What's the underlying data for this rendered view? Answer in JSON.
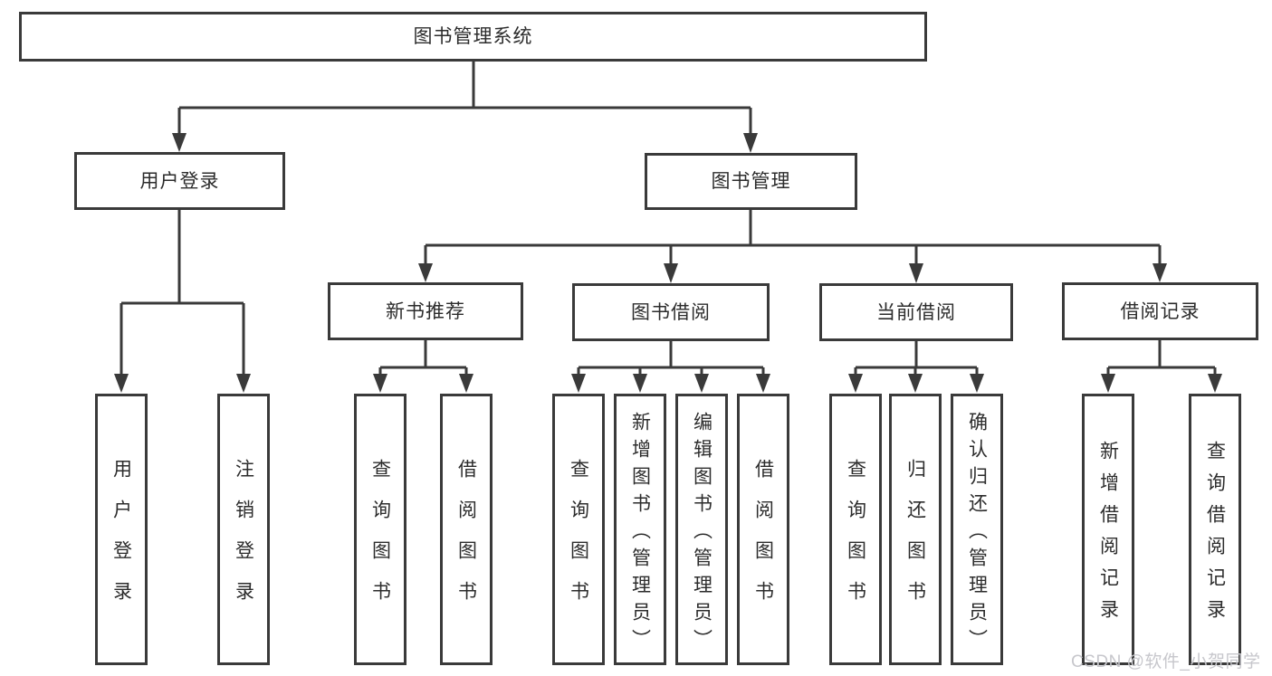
{
  "diagram": {
    "tree": {
      "root": {
        "label": "图书管理系统"
      },
      "level2": [
        {
          "label": "用户登录",
          "children": [
            {
              "label": "用户登录"
            },
            {
              "label": "注销登录"
            }
          ]
        },
        {
          "label": "图书管理",
          "children": [
            {
              "label": "新书推荐",
              "children": [
                {
                  "label": "查询图书"
                },
                {
                  "label": "借阅图书"
                }
              ]
            },
            {
              "label": "图书借阅",
              "children": [
                {
                  "label": "查询图书"
                },
                {
                  "label": "新增图书（管理员）"
                },
                {
                  "label": "编辑图书（管理员）"
                },
                {
                  "label": "借阅图书"
                }
              ]
            },
            {
              "label": "当前借阅",
              "children": [
                {
                  "label": "查询图书"
                },
                {
                  "label": "归还图书"
                },
                {
                  "label": "确认归还（管理员）"
                }
              ]
            },
            {
              "label": "借阅记录",
              "children": [
                {
                  "label": "新增借阅记录"
                },
                {
                  "label": "查询借阅记录"
                }
              ]
            }
          ]
        }
      ]
    },
    "watermark": "CSDN @软件_小贺同学",
    "colors": {
      "line": "#3a3a3a",
      "text": "#2c2c2c",
      "watermark": "#c7c7cc",
      "background": "#ffffff"
    }
  }
}
